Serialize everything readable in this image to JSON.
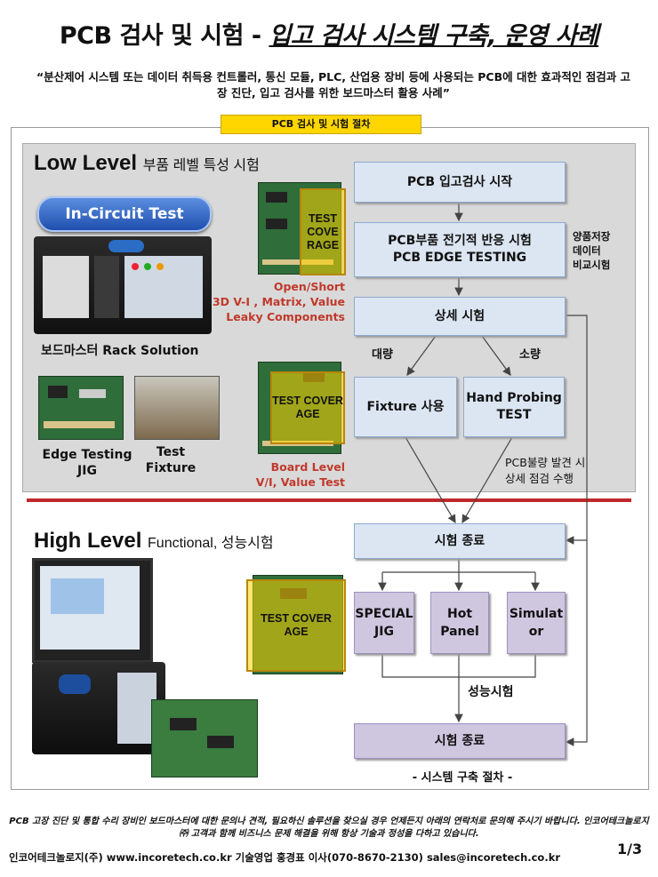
{
  "header": {
    "title_plain": "PCB 검사 및 시험 - ",
    "title_italic": "입고 검사 시스템 구축, 운영 사례",
    "subtitle": "“분산제어 시스템 또는 데이터 취득용 컨트롤러, 통신 모듈, PLC, 산업용 장비 등에 사용되는 PCB에 대한 효과적인 점검과 고장 진단, 입고 검사를 위한 보드마스터 활용 사례”"
  },
  "procedure_tag": "PCB 검사 및 시험 절차",
  "low_level": {
    "title": "Low Level",
    "title_sub": "부품 레벨 특성 시험",
    "ict_button": "In-Circuit Test",
    "rack_label": "보드마스터 Rack Solution",
    "edge_jig_label": "Edge Testing JIG",
    "test_fixture_label": "Test Fixture",
    "cover1": "TEST COVE RAGE",
    "cover1_notes": [
      "Open/Short",
      "3D V-I , Matrix, Value",
      "Leaky Components"
    ],
    "cover2": "TEST COVER AGE",
    "cover2_notes": [
      "Board Level",
      "V/I, Value Test"
    ]
  },
  "high_level": {
    "title": "High Level",
    "title_sub": "Functional, 성능시험",
    "cover3": "TEST COVER AGE"
  },
  "flow": {
    "start": "PCB 입고검사 시작",
    "edge_test_line1": "PCB부품 전기적 반응 시험",
    "edge_test_line2": "PCB EDGE TESTING",
    "side_note": [
      "양품저장",
      "데이터",
      "비교시험"
    ],
    "detail": "상세 시험",
    "mass": "대량",
    "small": "소량",
    "fixture": "Fixture 사용",
    "hand_probe_line1": "Hand Probing",
    "hand_probe_line2": "TEST",
    "defect_note": [
      "PCB불량 발견 시",
      "상세 점검 수행"
    ],
    "end1": "시험 종료",
    "special_jig": "SPECIAL JIG",
    "hot_panel": "Hot Panel",
    "simulator": "Simulat or",
    "perf_test": "성능시험",
    "end2": "시험 종료",
    "caption": "- 시스템 구축 절차 -"
  },
  "footer": {
    "note": "PCB 고장 진단 및 통합 수리 장비인 보드마스터에 대한 문의나 견적, 필요하신 솔루션을 찾으실 경우 언제든지 아래의 연락처로 문의해 주시기 바랍니다. 인코어테크놀로지㈜ 고객과 함께 비즈니스 문제 해결을 위해 항상 기술과 정성을 다하고 있습니다.",
    "contact": "인코어테크놀로지(주) www.incoretech.co.kr  기술영업 홍경표 이사(070-8670-2130)  sales@incoretech.co.kr",
    "page": "1/3"
  },
  "colors": {
    "flow_box": "#dce6f2",
    "purple_box": "#cfc6e0",
    "divider": "#c0282b",
    "highlight": "#ffd600",
    "red_text": "#c0392b"
  }
}
